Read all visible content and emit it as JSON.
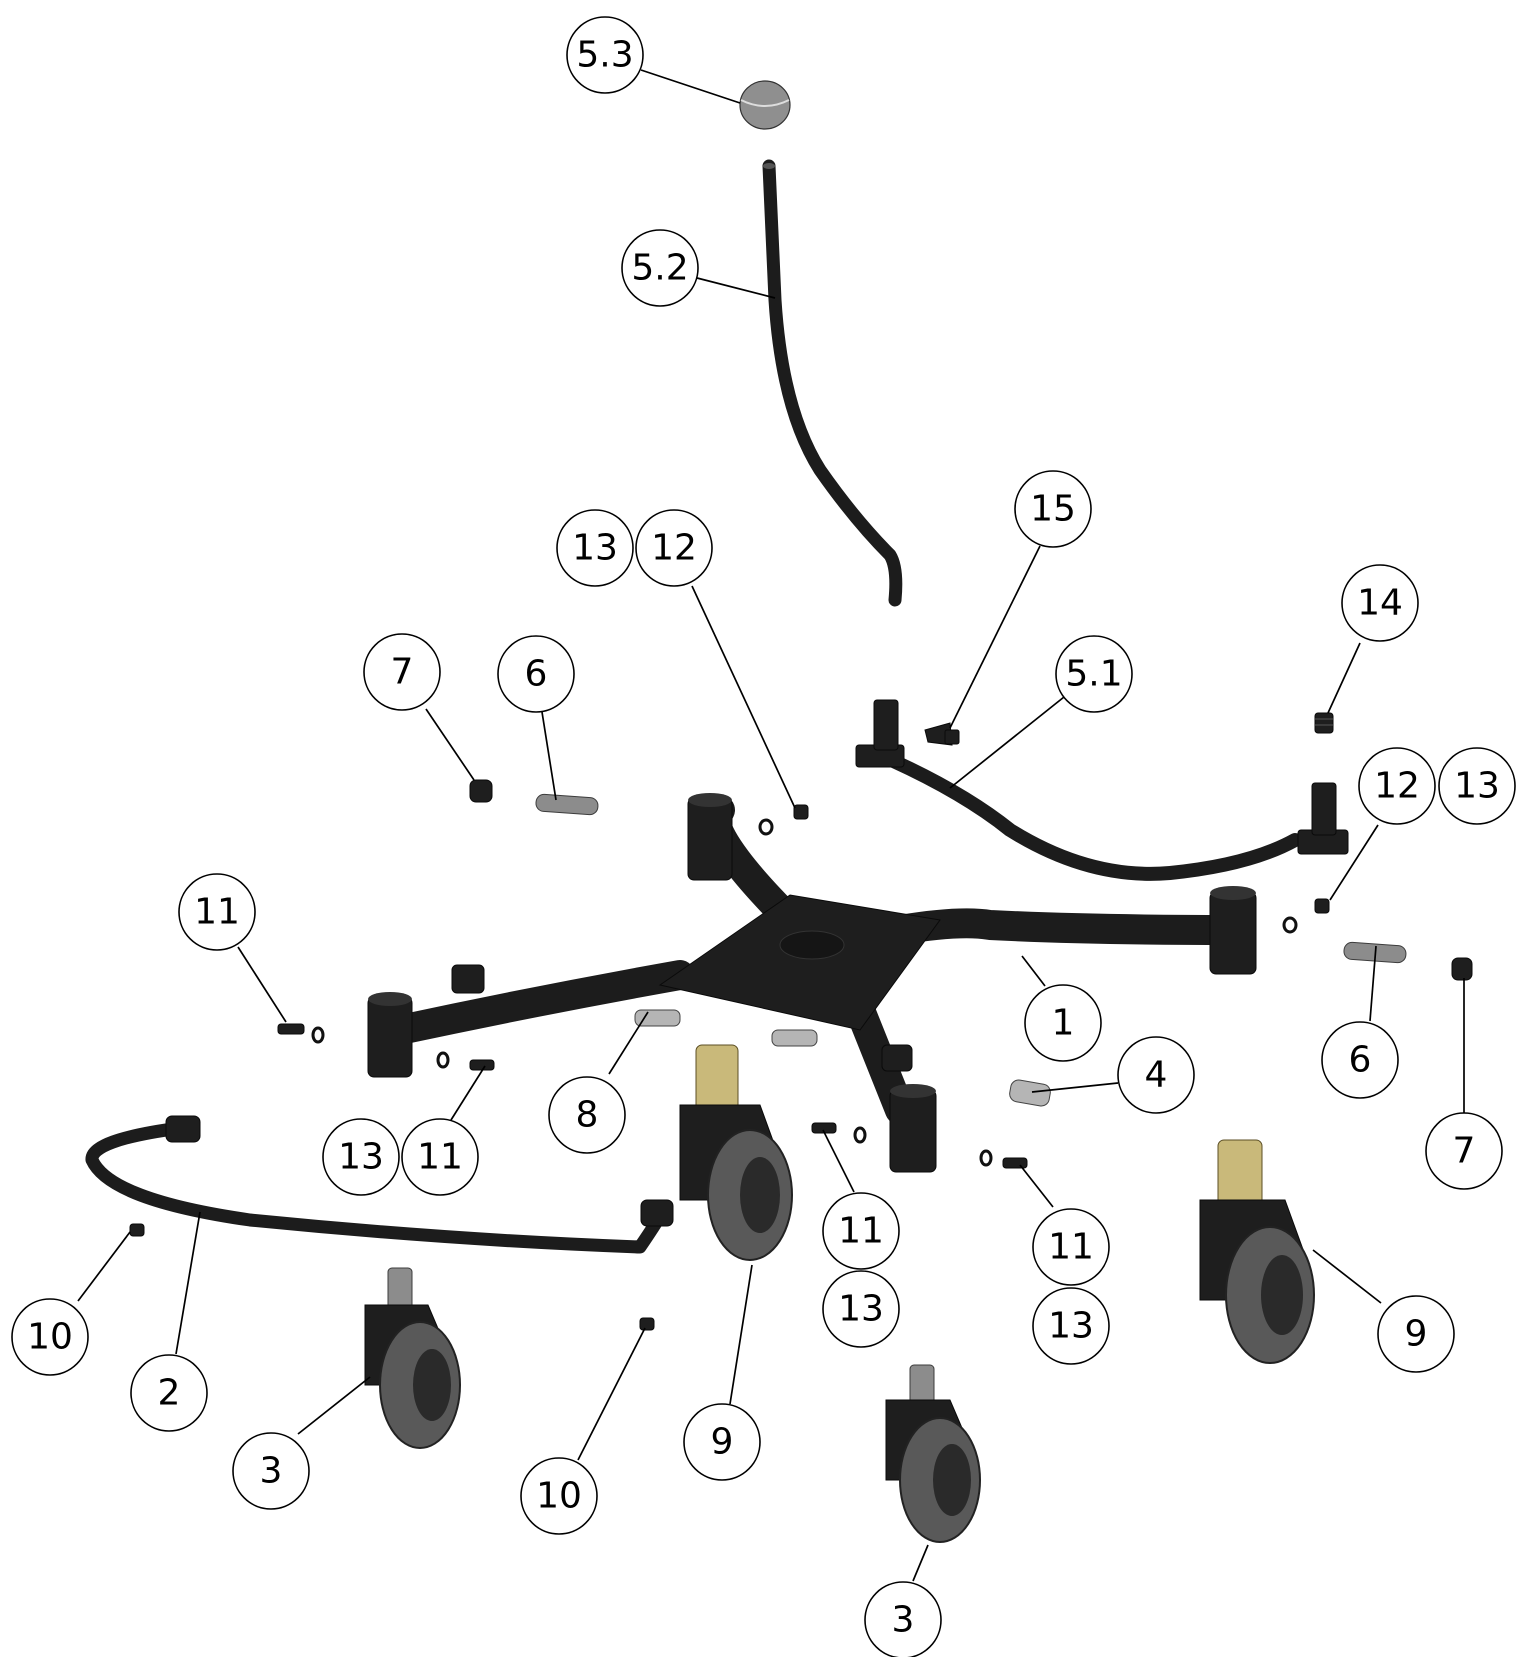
{
  "colors": {
    "frame": "#1e1e1e",
    "metal": "#8c8c8c",
    "brass": "#c9b97a",
    "wheel_tread": "#595959",
    "line": "#000000",
    "background": "#ffffff"
  },
  "balloons": [
    {
      "id": "b-5-3",
      "label": "5.3"
    },
    {
      "id": "b-5-2",
      "label": "5.2"
    },
    {
      "id": "b-13a",
      "label": "13"
    },
    {
      "id": "b-12a",
      "label": "12"
    },
    {
      "id": "b-15",
      "label": "15"
    },
    {
      "id": "b-14",
      "label": "14"
    },
    {
      "id": "b-7a",
      "label": "7"
    },
    {
      "id": "b-6a",
      "label": "6"
    },
    {
      "id": "b-5-1",
      "label": "5.1"
    },
    {
      "id": "b-12b",
      "label": "12"
    },
    {
      "id": "b-13b",
      "label": "13"
    },
    {
      "id": "b-11a",
      "label": "11"
    },
    {
      "id": "b-1",
      "label": "1"
    },
    {
      "id": "b-6b",
      "label": "6"
    },
    {
      "id": "b-4",
      "label": "4"
    },
    {
      "id": "b-8",
      "label": "8"
    },
    {
      "id": "b-13c",
      "label": "13"
    },
    {
      "id": "b-11b",
      "label": "11"
    },
    {
      "id": "b-7b",
      "label": "7"
    },
    {
      "id": "b-11c",
      "label": "11"
    },
    {
      "id": "b-11d",
      "label": "11"
    },
    {
      "id": "b-13d",
      "label": "13"
    },
    {
      "id": "b-13e",
      "label": "13"
    },
    {
      "id": "b-10a",
      "label": "10"
    },
    {
      "id": "b-2",
      "label": "2"
    },
    {
      "id": "b-9a",
      "label": "9"
    },
    {
      "id": "b-9b",
      "label": "9"
    },
    {
      "id": "b-3a",
      "label": "3"
    },
    {
      "id": "b-10b",
      "label": "10"
    },
    {
      "id": "b-3b",
      "label": "3"
    }
  ]
}
